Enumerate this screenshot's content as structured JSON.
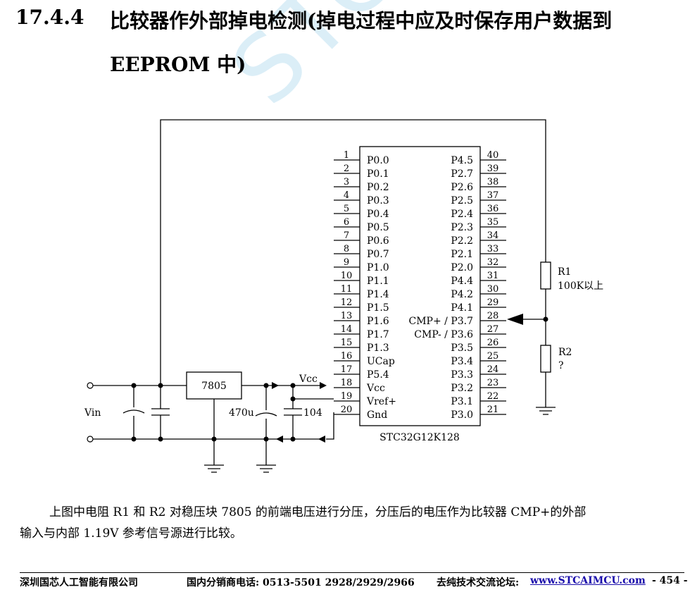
{
  "watermark": "STC MCU",
  "heading": {
    "number": "17.4.4",
    "line1": "比较器作外部掉电检测(掉电过程中应及时保存用户数据到",
    "line2": "EEPROM 中)"
  },
  "schematic": {
    "chip_name": "STC32G12K128",
    "left_pins": [
      {
        "num": "1",
        "label": "P0.0"
      },
      {
        "num": "2",
        "label": "P0.1"
      },
      {
        "num": "3",
        "label": "P0.2"
      },
      {
        "num": "4",
        "label": "P0.3"
      },
      {
        "num": "5",
        "label": "P0.4"
      },
      {
        "num": "6",
        "label": "P0.5"
      },
      {
        "num": "7",
        "label": "P0.6"
      },
      {
        "num": "8",
        "label": "P0.7"
      },
      {
        "num": "9",
        "label": "P1.0"
      },
      {
        "num": "10",
        "label": "P1.1"
      },
      {
        "num": "11",
        "label": "P1.4"
      },
      {
        "num": "12",
        "label": "P1.5"
      },
      {
        "num": "13",
        "label": "P1.6"
      },
      {
        "num": "14",
        "label": "P1.7"
      },
      {
        "num": "15",
        "label": "P1.3"
      },
      {
        "num": "16",
        "label": "UCap"
      },
      {
        "num": "17",
        "label": "P5.4"
      },
      {
        "num": "18",
        "label": "Vcc"
      },
      {
        "num": "19",
        "label": "Vref+"
      },
      {
        "num": "20",
        "label": "Gnd"
      }
    ],
    "right_pins": [
      {
        "num": "40",
        "label": "P4.5"
      },
      {
        "num": "39",
        "label": "P2.7"
      },
      {
        "num": "38",
        "label": "P2.6"
      },
      {
        "num": "37",
        "label": "P2.5"
      },
      {
        "num": "36",
        "label": "P2.4"
      },
      {
        "num": "35",
        "label": "P2.3"
      },
      {
        "num": "34",
        "label": "P2.2"
      },
      {
        "num": "33",
        "label": "P2.1"
      },
      {
        "num": "32",
        "label": "P2.0"
      },
      {
        "num": "31",
        "label": "P4.4"
      },
      {
        "num": "30",
        "label": "P4.2"
      },
      {
        "num": "29",
        "label": "P4.1"
      },
      {
        "num": "28",
        "label": "CMP+ / P3.7"
      },
      {
        "num": "27",
        "label": "CMP- / P3.6"
      },
      {
        "num": "26",
        "label": "P3.5"
      },
      {
        "num": "25",
        "label": "P3.4"
      },
      {
        "num": "24",
        "label": "P3.3"
      },
      {
        "num": "23",
        "label": "P3.2"
      },
      {
        "num": "22",
        "label": "P3.1"
      },
      {
        "num": "21",
        "label": "P3.0"
      }
    ],
    "regulator": "7805",
    "vcc_label": "Vcc",
    "vin_label": "Vin",
    "cap_470": "470u",
    "cap_104": "104",
    "r1_name": "R1",
    "r1_value": "100K以上",
    "r2_name": "R2",
    "r2_value": "?"
  },
  "body": {
    "line1": "上图中电阻 R1 和 R2 对稳压块 7805 的前端电压进行分压，分压后的电压作为比较器 CMP+的外部",
    "line2": "输入与内部 1.19V 参考信号源进行比较。"
  },
  "footer": {
    "company": "深圳国芯人工智能有限公司",
    "phone": "国内分销商电话: 0513-5501 2928/2929/2966",
    "forum_label": "去纯技术交流论坛:",
    "forum_url": "www.STCAIMCU.com",
    "page": "- 454 -"
  }
}
